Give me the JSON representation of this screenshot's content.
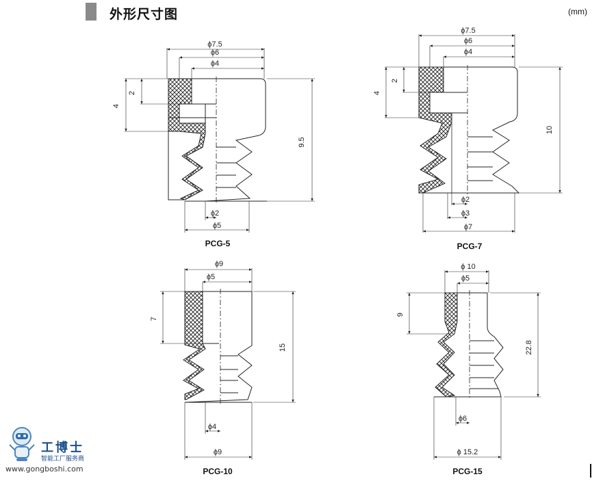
{
  "header": {
    "title": "外形尺寸图",
    "unit": "(mm)"
  },
  "models": [
    {
      "name": "PCG-5",
      "dims": {
        "d_outer": "ϕ7.5",
        "d_mid": "ϕ6",
        "d_in": "ϕ4",
        "h_lip": "2",
        "h_top": "4",
        "h_total": "9.5",
        "d_bore": "ϕ2",
        "d_base": "ϕ5"
      }
    },
    {
      "name": "PCG-7",
      "dims": {
        "d_outer": "ϕ7.5",
        "d_mid": "ϕ6",
        "d_in": "ϕ4",
        "h_lip": "2",
        "h_top": "4",
        "h_total": "10",
        "d_bore": "ϕ2",
        "d_bore2": "ϕ3",
        "d_base": "ϕ7"
      }
    },
    {
      "name": "PCG-10",
      "dims": {
        "d_outer": "ϕ9",
        "d_in": "ϕ5",
        "h_top": "7",
        "h_total": "15",
        "d_bore": "ϕ4",
        "d_base": "ϕ9"
      }
    },
    {
      "name": "PCG-15",
      "dims": {
        "d_outer": "ϕ 10",
        "d_in": "ϕ5",
        "h_top": "9",
        "h_total": "22.8",
        "d_bore": "ϕ6",
        "d_base": "ϕ 15.2"
      }
    }
  ],
  "watermark": {
    "name": "工博士",
    "sub": "智能工厂服务商",
    "url": "www.gongboshi.com"
  }
}
